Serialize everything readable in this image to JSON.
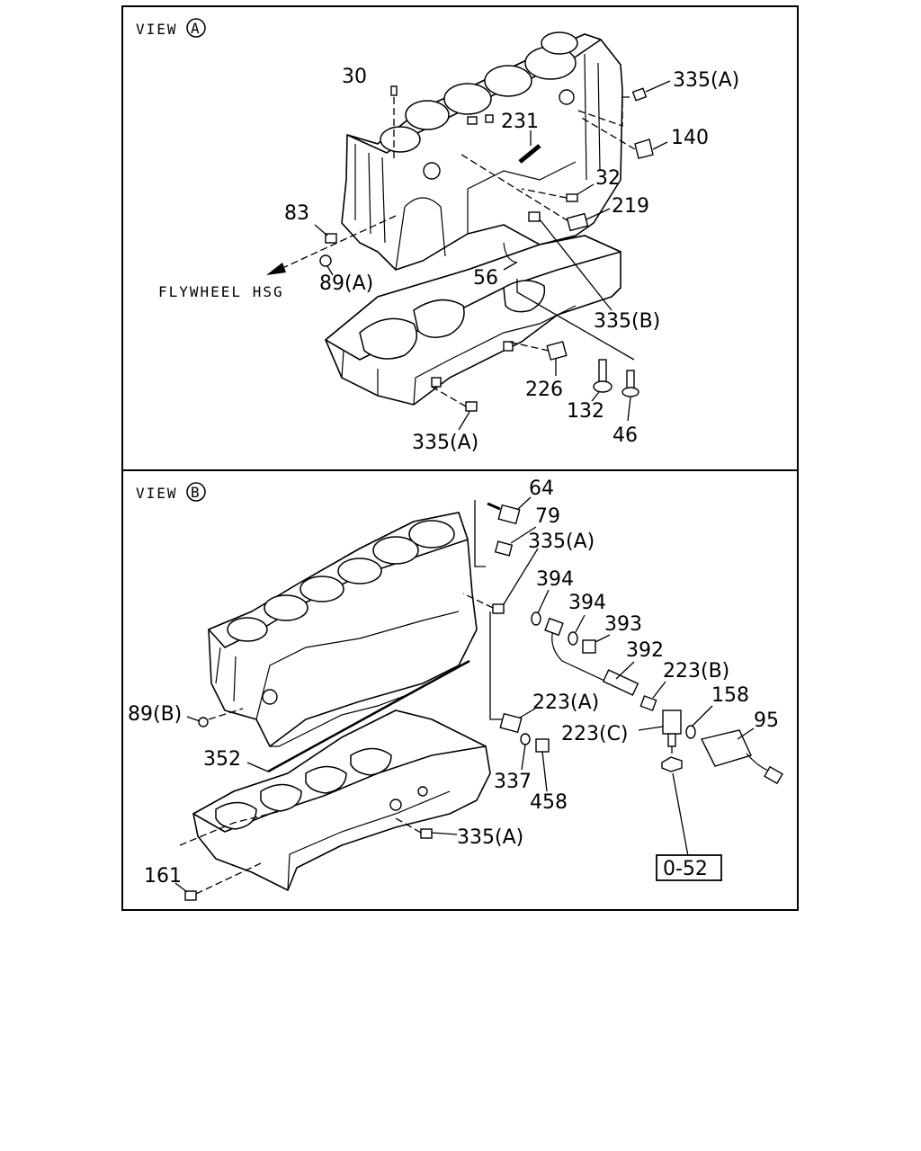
{
  "panels": [
    {
      "view_prefix": "VIEW",
      "view_letter": "A",
      "note": "FLYWHEEL HSG",
      "labels": [
        "30",
        "335(A)",
        "231",
        "140",
        "32",
        "219",
        "83",
        "89(A)",
        "56",
        "335(B)",
        "226",
        "132",
        "46",
        "335(A)"
      ]
    },
    {
      "view_prefix": "VIEW",
      "view_letter": "B",
      "ref_box": "0-52",
      "labels": [
        "64",
        "79",
        "335(A)",
        "394",
        "394",
        "393",
        "392",
        "223(B)",
        "158",
        "95",
        "89(B)",
        "223(A)",
        "223(C)",
        "352",
        "337",
        "458",
        "335(A)",
        "161"
      ]
    }
  ]
}
